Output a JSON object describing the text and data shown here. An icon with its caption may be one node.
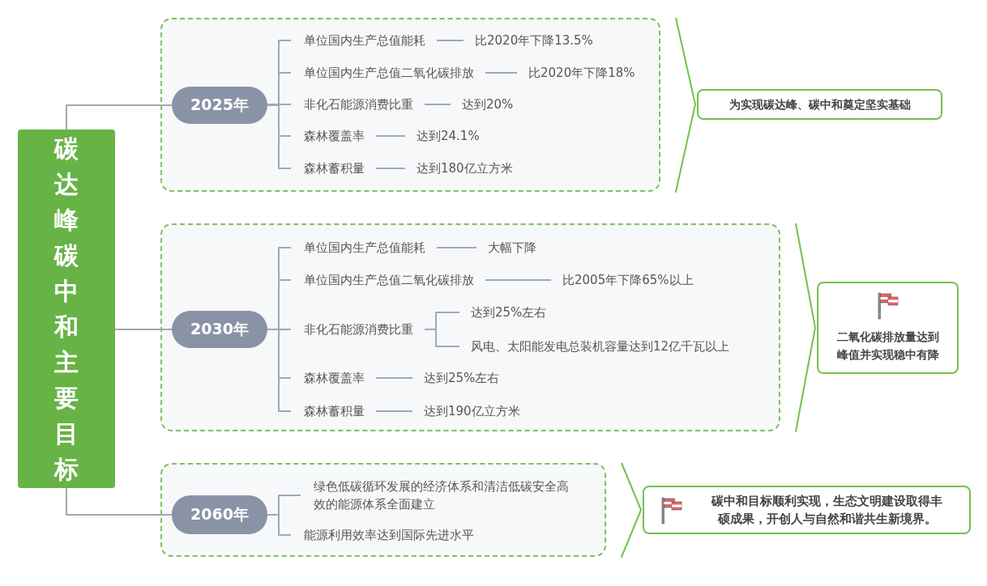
{
  "diagram": {
    "nodes": [
      {
        "text": [
          "碳达峰碳中和主要目标"
        ]
      },
      {
        "text": [],
        "shape": "box"
      },
      {
        "text": [
          "2025年"
        ],
        "in": 1
      },
      {
        "text": [
          "单位国内生产总值能耗"
        ],
        "in": 1
      },
      {
        "text": [
          "比2020年下降13.5%"
        ],
        "in": 1
      },
      {
        "text": [
          "单位国内生产总值二氧化碳排放"
        ],
        "in": 1
      },
      {
        "text": [
          "比2020年下降18%"
        ],
        "in": 1
      },
      {
        "text": [
          "非化石能源消费比重"
        ],
        "in": 1
      },
      {
        "text": [
          "达到20%"
        ],
        "in": 1
      },
      {
        "text": [
          "森林覆盖率"
        ],
        "in": 1
      },
      {
        "text": [
          "达到24.1%"
        ],
        "in": 1
      },
      {
        "text": [
          "森林蓄积量"
        ],
        "in": 1
      },
      {
        "text": [
          "达到180亿立方米"
        ],
        "in": 1
      },
      {
        "text": [
          "为实现碳达峰、碳中和奠定坚实基础"
        ]
      },
      {
        "text": [],
        "shape": "box"
      },
      {
        "text": [
          "2030年"
        ],
        "in": 14
      },
      {
        "text": [
          "单位国内生产总值能耗"
        ],
        "in": 14
      },
      {
        "text": [
          "大幅下降"
        ],
        "in": 14
      },
      {
        "text": [
          "单位国内生产总值二氧化碳排放"
        ],
        "in": 14
      },
      {
        "text": [
          "比2005年下降65%以上"
        ],
        "in": 14
      },
      {
        "text": [
          "非化石能源消费比重"
        ],
        "in": 14
      },
      {
        "text": [
          "达到25%左右"
        ],
        "in": 14
      },
      {
        "text": [
          "风电、太阳能发电总装机容量达到12亿千瓦以上"
        ],
        "in": 14
      },
      {
        "text": [
          "森林覆盖率"
        ],
        "in": 14
      },
      {
        "text": [
          "达到25%左右"
        ],
        "in": 14
      },
      {
        "text": [
          "森林蓄积量"
        ],
        "in": 14
      },
      {
        "text": [
          "达到190亿立方米"
        ],
        "in": 14
      },
      {
        "text": [
          "二氧化碳排放量达到峰值并实现稳中有降"
        ]
      },
      {
        "text": [],
        "shape": "box"
      },
      {
        "text": [
          "2060年"
        ],
        "in": 28
      },
      {
        "text": [
          "绿色低碳循环发展的经济体系和清洁低碳安全高效的能源体系全面建立"
        ],
        "in": 28
      },
      {
        "text": [
          "能源利用效率达到国际先进水平"
        ],
        "in": 28
      },
      {
        "text": [
          "碳中和目标顺利实现，生态文明建设取得丰硕成果，开创人与自然和谐共生新境界。"
        ]
      }
    ],
    "edges": [
      {
        "from": 0,
        "to": 2,
        "arrow": "none"
      },
      {
        "from": 0,
        "to": 15,
        "arrow": "none"
      },
      {
        "from": 0,
        "to": 29,
        "arrow": "none"
      },
      {
        "from": 2,
        "to": 3,
        "arrow": "none"
      },
      {
        "from": 2,
        "to": 5,
        "arrow": "none"
      },
      {
        "from": 2,
        "to": 7,
        "arrow": "none"
      },
      {
        "from": 2,
        "to": 9,
        "arrow": "none"
      },
      {
        "from": 2,
        "to": 11,
        "arrow": "none"
      },
      {
        "from": 3,
        "to": 4,
        "arrow": "none"
      },
      {
        "from": 5,
        "to": 6,
        "arrow": "none"
      },
      {
        "from": 7,
        "to": 8,
        "arrow": "none"
      },
      {
        "from": 9,
        "to": 10,
        "arrow": "none"
      },
      {
        "from": 11,
        "to": 12,
        "arrow": "none"
      },
      {
        "from": 1,
        "to": 13,
        "arrow": "none",
        "color": "#74c152"
      },
      {
        "from": 15,
        "to": 16,
        "arrow": "none"
      },
      {
        "from": 15,
        "to": 18,
        "arrow": "none"
      },
      {
        "from": 15,
        "to": 20,
        "arrow": "none"
      },
      {
        "from": 15,
        "to": 23,
        "arrow": "none"
      },
      {
        "from": 15,
        "to": 25,
        "arrow": "none"
      },
      {
        "from": 16,
        "to": 17,
        "arrow": "none"
      },
      {
        "from": 18,
        "to": 19,
        "arrow": "none"
      },
      {
        "from": 20,
        "to": 21,
        "arrow": "none"
      },
      {
        "from": 20,
        "to": 22,
        "arrow": "none"
      },
      {
        "from": 23,
        "to": 24,
        "arrow": "none"
      },
      {
        "from": 25,
        "to": 26,
        "arrow": "none"
      },
      {
        "from": 14,
        "to": 27,
        "arrow": "none",
        "color": "#74c152"
      },
      {
        "from": 29,
        "to": 30,
        "arrow": "none"
      },
      {
        "from": 29,
        "to": 31,
        "arrow": "none"
      },
      {
        "from": 28,
        "to": 32,
        "arrow": "none",
        "color": "#74c152"
      }
    ]
  }
}
